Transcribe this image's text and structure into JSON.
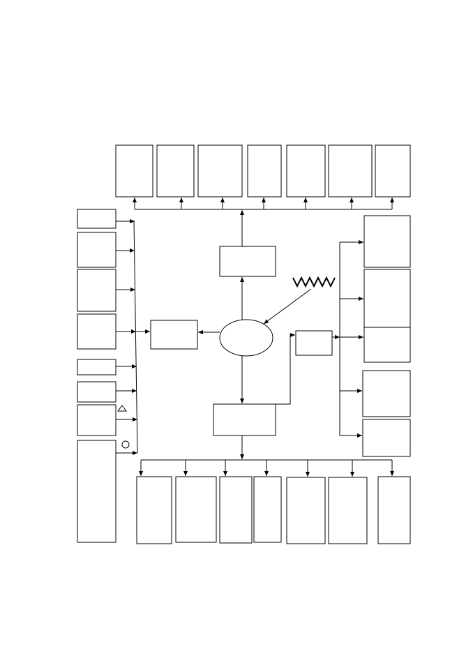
{
  "diagram": {
    "stroke_color": "#000000",
    "fill_color": "#ffffff",
    "box_labels": [],
    "symbols": [
      "zigzag-symbol",
      "triangle-symbol",
      "circle-symbol"
    ]
  }
}
